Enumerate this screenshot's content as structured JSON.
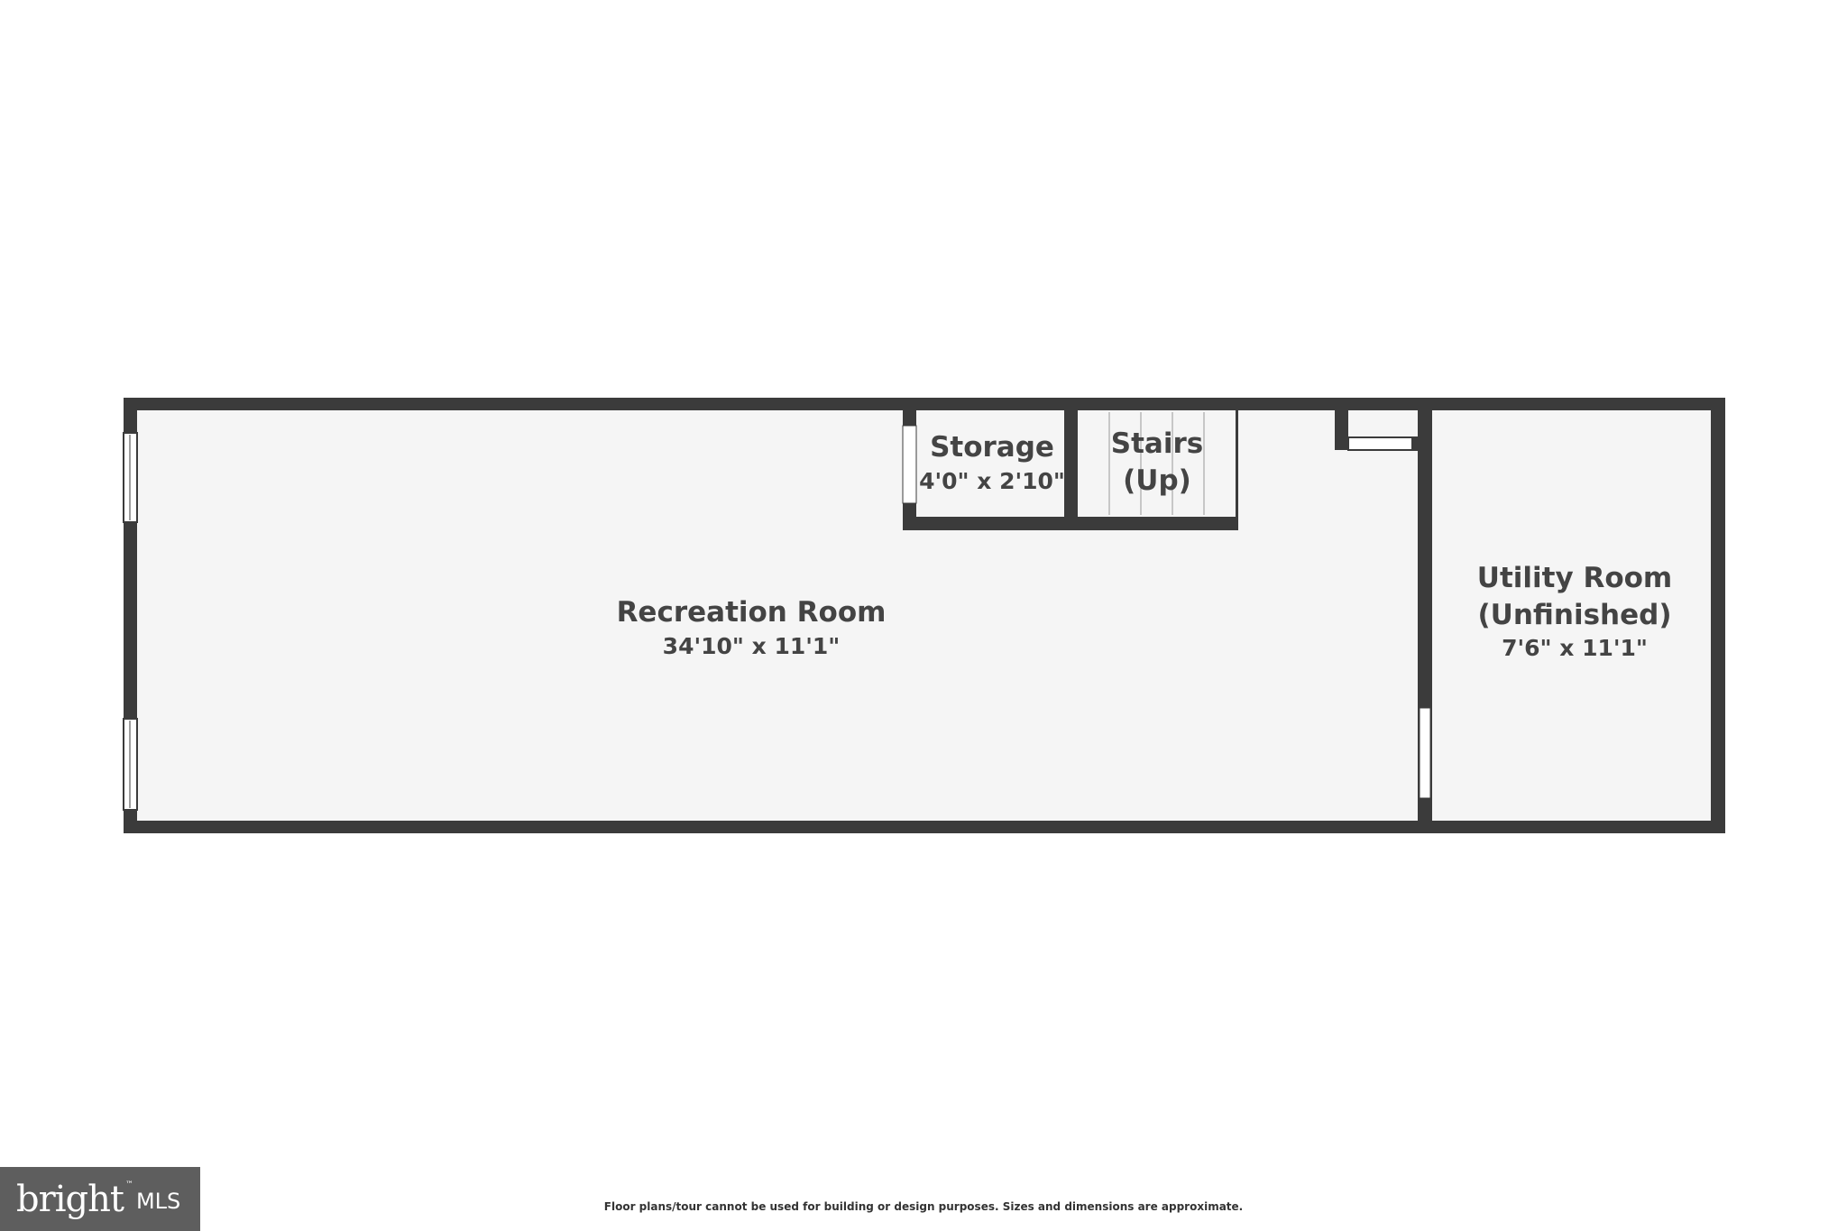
{
  "rooms": {
    "recreation": {
      "name": "Recreation Room",
      "dims": "34'10\" x 11'1\""
    },
    "storage": {
      "name": "Storage",
      "dims": "4'0\" x 2'10\""
    },
    "stairs": {
      "name": "Stairs",
      "sub": "(Up)"
    },
    "utility": {
      "name": "Utility Room",
      "sub": "(Unfinished)",
      "dims": "7'6\" x 11'1\""
    }
  },
  "disclaimer": "Floor plans/tour cannot be used for building or design purposes. Sizes and dimensions are approximate.",
  "logo": {
    "word": "bright",
    "tm": "™",
    "suffix": "MLS"
  },
  "colors": {
    "wall": "#3b3b3b",
    "floor": "#f5f5f5",
    "text": "#444444",
    "logo_bg": "#5e5e5e"
  }
}
